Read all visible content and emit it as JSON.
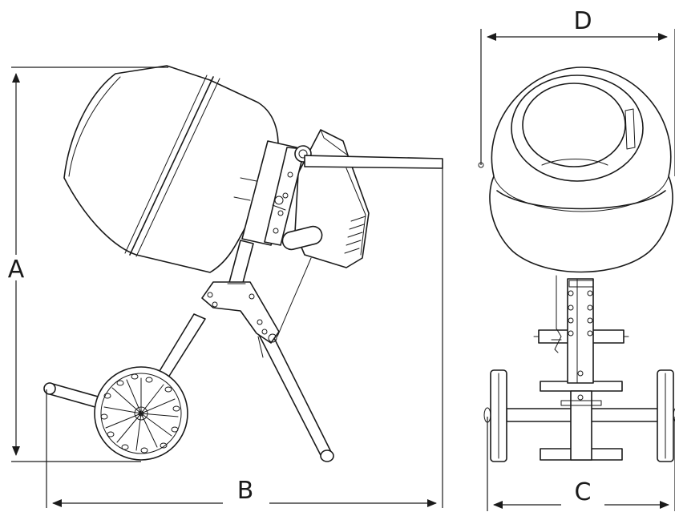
{
  "diagram": {
    "dimension_labels": {
      "height": "A",
      "length": "B",
      "wheel_track": "C",
      "drum_diameter": "D"
    }
  }
}
